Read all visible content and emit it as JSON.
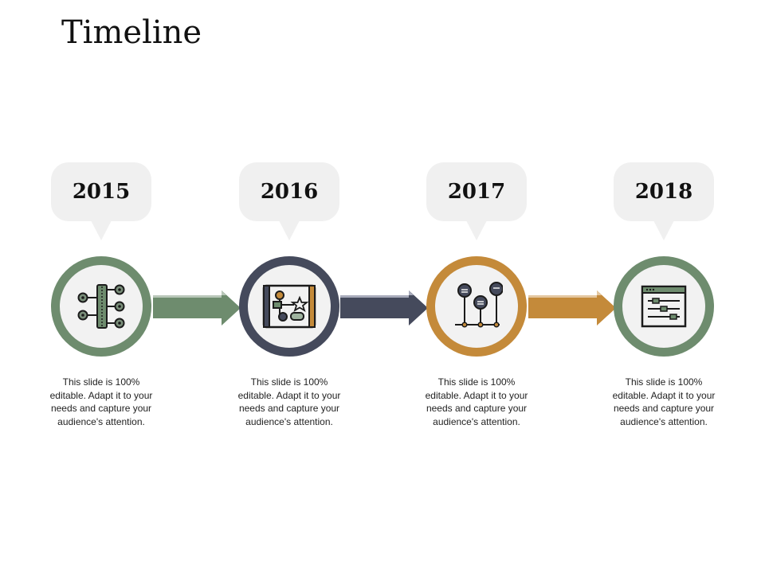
{
  "title": "Timeline",
  "colors": {
    "green": "#6e8c6e",
    "slate": "#454a5c",
    "gold": "#c48a3a",
    "bubble": "#f0f0f0"
  },
  "steps": [
    {
      "year": "2015",
      "color": "#6e8c6e",
      "icon": "hierarchy-icon",
      "text": "This slide is 100% editable. Adapt it to your needs and capture your audience's attention."
    },
    {
      "year": "2016",
      "color": "#454a5c",
      "icon": "flowchart-board-icon",
      "text": "This slide is 100% editable. Adapt it to your needs and capture your audience's attention."
    },
    {
      "year": "2017",
      "color": "#c48a3a",
      "icon": "pin-timeline-icon",
      "text": "This slide is 100% editable. Adapt it to your needs and capture your audience's attention."
    },
    {
      "year": "2018",
      "color": "#6e8c6e",
      "icon": "settings-window-icon",
      "text": "This slide is 100% editable. Adapt it to your needs and capture your audience's attention."
    }
  ],
  "arrows": [
    {
      "color": "#6e8c6e"
    },
    {
      "color": "#454a5c"
    },
    {
      "color": "#c48a3a"
    }
  ]
}
